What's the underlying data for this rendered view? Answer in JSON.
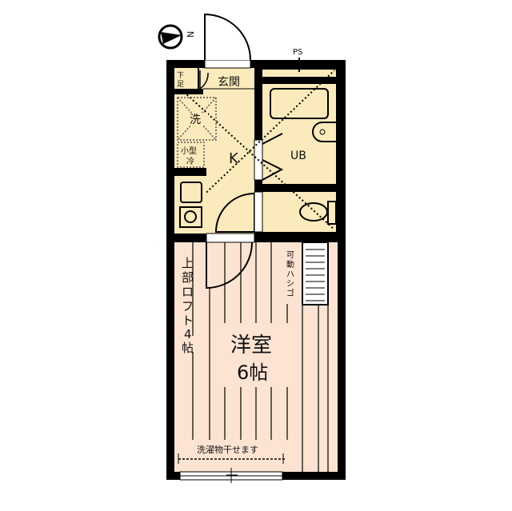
{
  "compass": {
    "label": "N",
    "icon": "north-arrow-icon"
  },
  "labels": {
    "ps": "PS",
    "genkan": "玄関",
    "shoe_box": [
      "下",
      "足"
    ],
    "washer": "洗",
    "fridge": [
      "小型",
      "冷"
    ],
    "kitchen": "K",
    "bath": "UB",
    "loft": [
      "上",
      "部",
      "ロ",
      "フ",
      "ト",
      "4",
      "帖"
    ],
    "ladder": [
      "可",
      "動",
      "ハ",
      "シ",
      "ゴ"
    ],
    "room_name": "洋室",
    "room_size": "6帖",
    "laundry": "洗濯物干せます"
  },
  "colors": {
    "wall": "#000000",
    "wet_area_floor": "#fbeabb",
    "room_floor": "#fde4d2"
  }
}
